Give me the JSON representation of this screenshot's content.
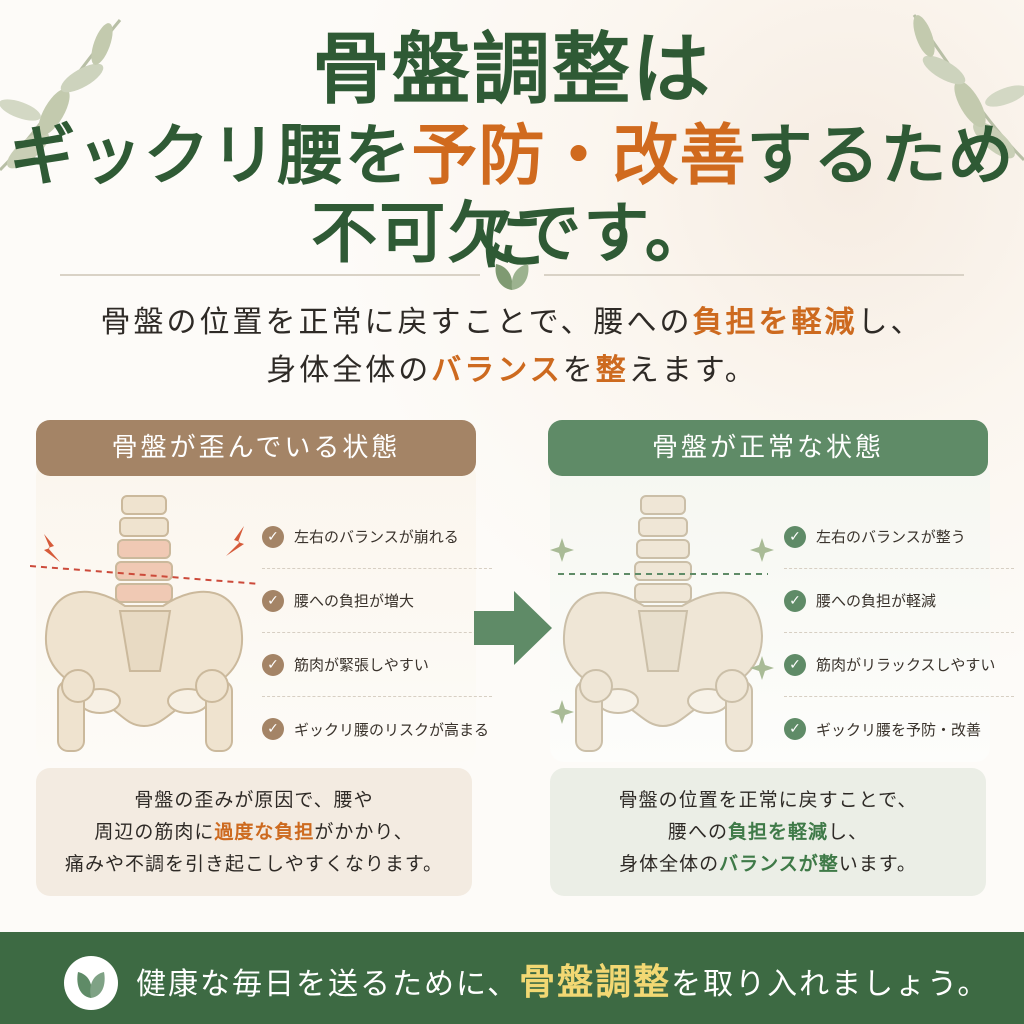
{
  "colors": {
    "green_dark": "#2f5a35",
    "orange": "#d06a1e",
    "brown": "#a48466",
    "green": "#5f8b67",
    "footer": "#3d6a43",
    "footer_highlight": "#f2d873"
  },
  "headline": {
    "line1": "骨盤調整は",
    "line2_a": "ギックリ腰を",
    "line2_b": "予防・改善",
    "line2_c": "するために",
    "line3": "不可欠です。"
  },
  "lead": {
    "line1_a": "骨盤の位置を正常に戻すことで、腰への",
    "line1_b": "負担を軽減",
    "line1_c": "し、",
    "line2_a": "身体全体の",
    "line2_b": "バランス",
    "line2_c": "を",
    "line2_d": "整",
    "line2_e": "えます。"
  },
  "left_panel": {
    "title": "骨盤が歪んでいる状態",
    "items": [
      "左右のバランスが崩れる",
      "腰への負担が増大",
      "筋肉が緊張しやすい",
      "ギックリ腰のリスクが高まる"
    ],
    "note_l1": "骨盤の歪みが原因で、腰や",
    "note_l2_a": "周辺の筋肉に",
    "note_l2_b": "過度な負担",
    "note_l2_c": "がかかり、",
    "note_l3": "痛みや不調を引き起こしやすくなります。"
  },
  "right_panel": {
    "title": "骨盤が正常な状態",
    "items": [
      "左右のバランスが整う",
      "腰への負担が軽減",
      "筋肉がリラックスしやすい",
      "ギックリ腰を予防・改善"
    ],
    "note_l1": "骨盤の位置を正常に戻すことで、",
    "note_l2_a": "腰への",
    "note_l2_b": "負担を軽減",
    "note_l2_c": "し、",
    "note_l3_a": "身体全体の",
    "note_l3_b": "バランスが整",
    "note_l3_c": "います。"
  },
  "footer": {
    "text_a": "健康な毎日を送るために、",
    "text_b": "骨盤調整",
    "text_c": "を取り入れましょう。"
  },
  "icons": {
    "check": "✓",
    "decor": [
      "leaf-branch-icon",
      "pain-spark-icon",
      "sparkle-icon",
      "arrow-right-icon",
      "leaf-logo-icon"
    ]
  }
}
